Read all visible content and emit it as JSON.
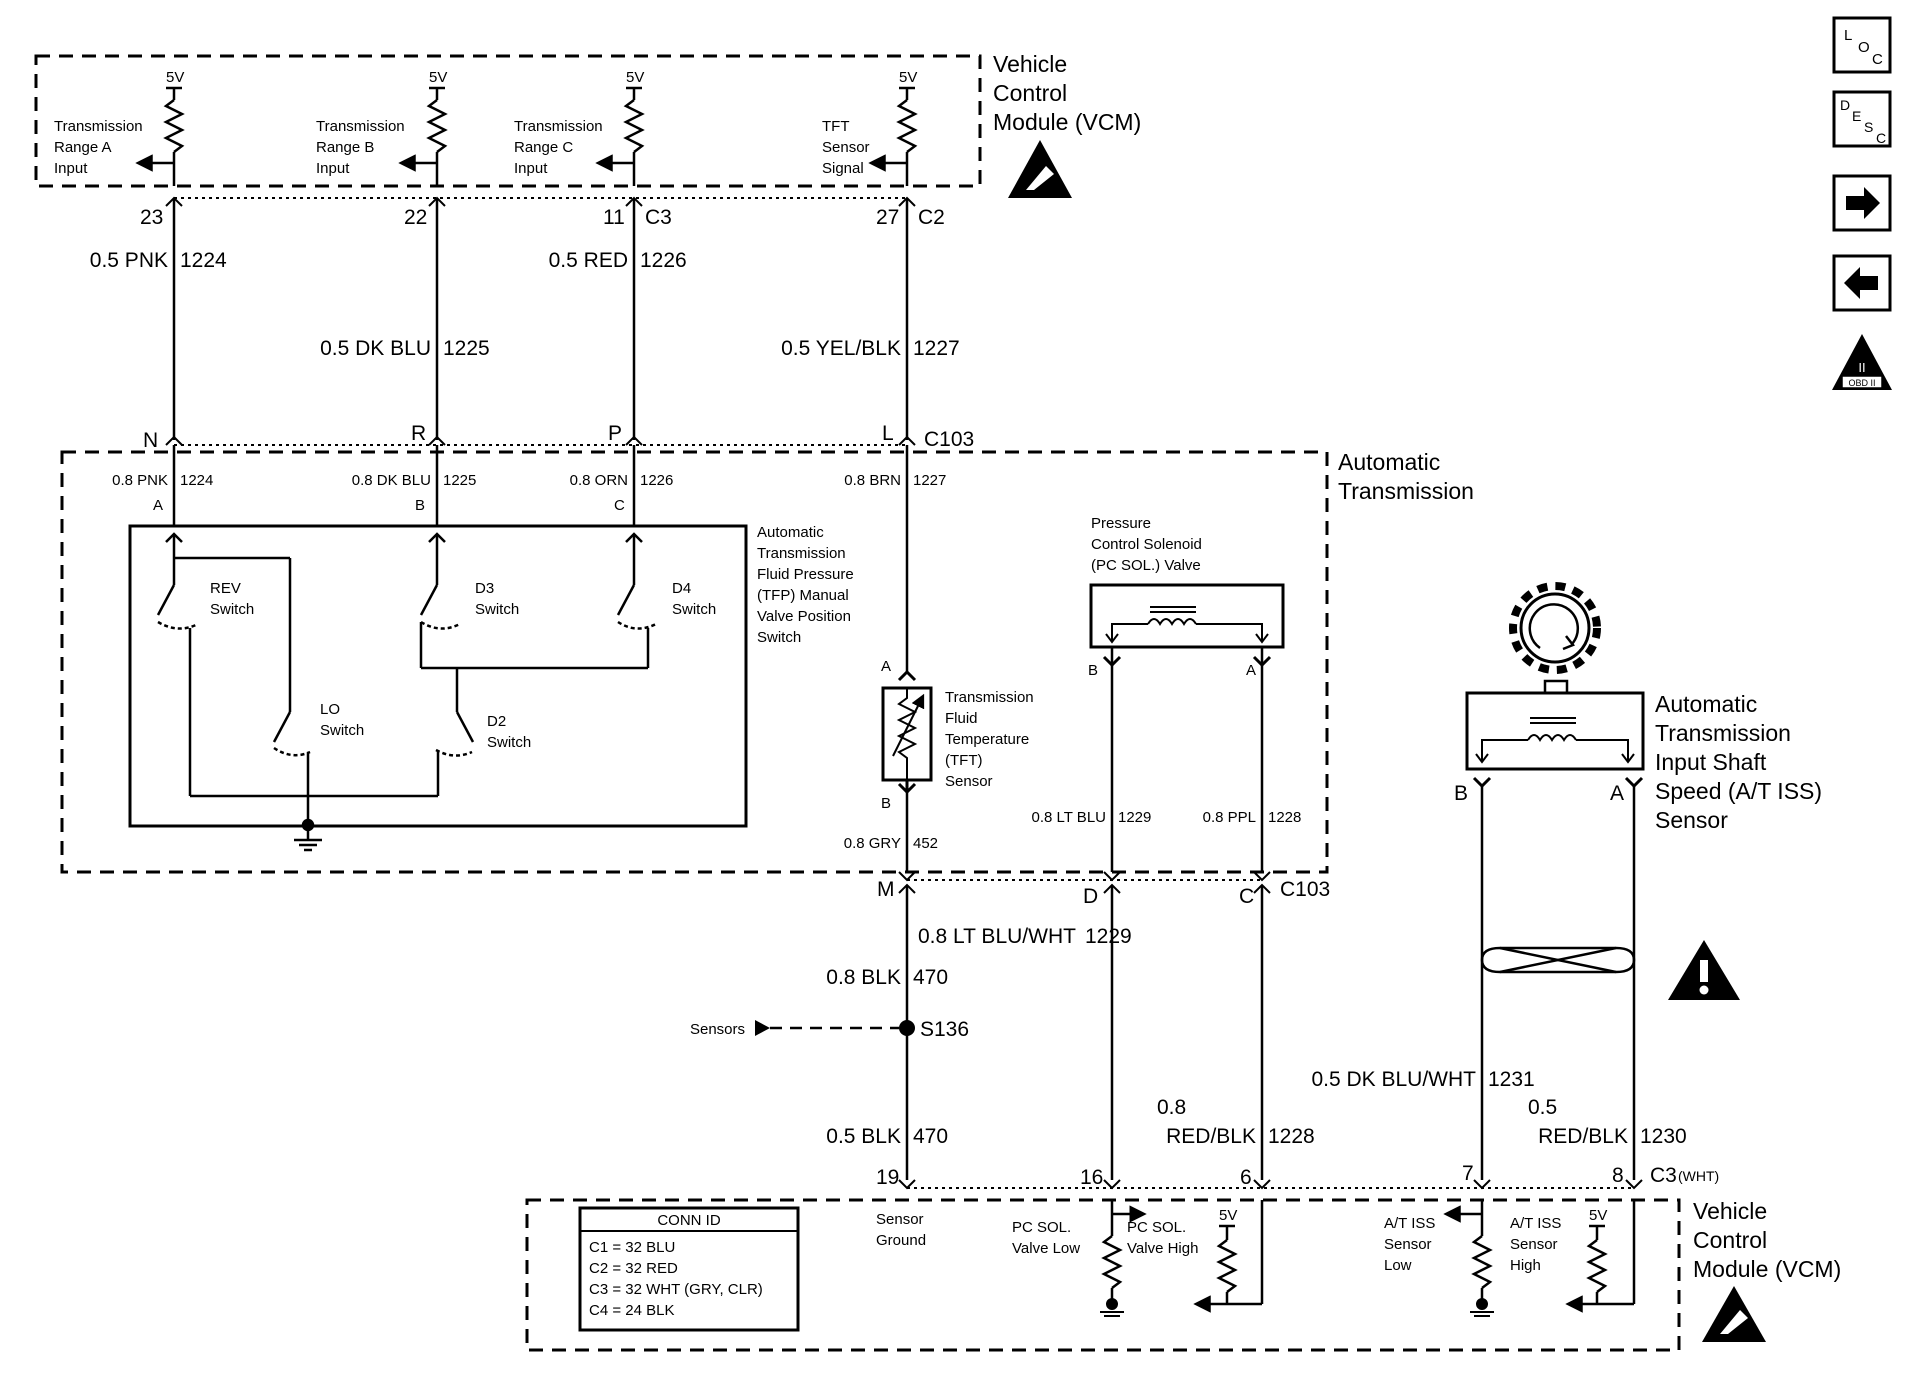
{
  "top_vcm": {
    "title": [
      "Vehicle",
      "Control",
      "Module (VCM)"
    ],
    "v5": "5V",
    "inputs": [
      [
        "Transmission",
        "Range A",
        "Input"
      ],
      [
        "Transmission",
        "Range B",
        "Input"
      ],
      [
        "Transmission",
        "Range C",
        "Input"
      ],
      [
        "TFT",
        "Sensor",
        "Signal"
      ]
    ],
    "pins": [
      "23",
      "22",
      "11",
      "27"
    ],
    "connectors": [
      "C3",
      "C2"
    ]
  },
  "upper_wires": [
    {
      "size": "0.5 PNK",
      "circuit": "1224"
    },
    {
      "size": "0.5 DK BLU",
      "circuit": "1225"
    },
    {
      "size": "0.5 RED",
      "circuit": "1226"
    },
    {
      "size": "0.5 YEL/BLK",
      "circuit": "1227"
    }
  ],
  "c103_upper": {
    "pins": [
      "N",
      "R",
      "P",
      "L"
    ],
    "id": "C103"
  },
  "auto_trans": {
    "title": [
      "Automatic",
      "Transmission"
    ],
    "inner_wires": [
      {
        "size": "0.8 PNK",
        "circuit": "1224"
      },
      {
        "size": "0.8 DK BLU",
        "circuit": "1225"
      },
      {
        "size": "0.8 ORN",
        "circuit": "1226"
      },
      {
        "size": "0.8 BRN",
        "circuit": "1227"
      }
    ],
    "switch_pins": [
      "A",
      "B",
      "C"
    ],
    "tfp_label": [
      "Automatic",
      "Transmission",
      "Fluid Pressure",
      "(TFP) Manual",
      "Valve Position",
      "Switch"
    ],
    "switches": {
      "rev": [
        "REV",
        "Switch"
      ],
      "d3": [
        "D3",
        "Switch"
      ],
      "d4": [
        "D4",
        "Switch"
      ],
      "lo": [
        "LO",
        "Switch"
      ],
      "d2": [
        "D2",
        "Switch"
      ]
    },
    "tft": {
      "pin_a": "A",
      "pin_b": "B",
      "label": [
        "Transmission",
        "Fluid",
        "Temperature",
        "(TFT)",
        "Sensor"
      ],
      "wire_size": "0.8 GRY",
      "wire_circuit": "452"
    },
    "pcs": {
      "label": [
        "Pressure",
        "Control Solenoid",
        "(PC SOL.) Valve"
      ],
      "pin_b": "B",
      "pin_a": "A",
      "wire_b_size": "0.8 LT BLU",
      "wire_b_circuit": "1229",
      "wire_a_size": "0.8 PPL",
      "wire_a_circuit": "1228"
    }
  },
  "c103_lower": {
    "pins": [
      "M",
      "D",
      "C"
    ],
    "id": "C103"
  },
  "iss": {
    "label": [
      "Automatic",
      "Transmission",
      "Input Shaft",
      "Speed (A/T ISS)",
      "Sensor"
    ],
    "pin_b": "B",
    "pin_a": "A"
  },
  "lower_wires": {
    "w1229": {
      "size": "0.8 LT BLU/WHT",
      "circuit": "1229"
    },
    "w470a": {
      "size": "0.8 BLK",
      "circuit": "470"
    },
    "splice": "S136",
    "sensors": "Sensors",
    "w470b": {
      "size": "0.5 BLK",
      "circuit": "470"
    },
    "w1228": {
      "size1": "0.8",
      "size2": "RED/BLK",
      "circuit": "1228"
    },
    "w1231": {
      "size": "0.5 DK BLU/WHT",
      "circuit": "1231"
    },
    "w1230": {
      "size1": "0.5",
      "size2": "RED/BLK",
      "circuit": "1230"
    }
  },
  "bottom_vcm": {
    "pins": [
      "19",
      "16",
      "6",
      "7",
      "8"
    ],
    "connector": "C3",
    "connector_color": "(WHT)",
    "title": [
      "Vehicle",
      "Control",
      "Module (VCM)"
    ],
    "v5": "5V",
    "labels": {
      "sensor_ground": [
        "Sensor",
        "Ground"
      ],
      "pc_low": [
        "PC SOL.",
        "Valve Low"
      ],
      "pc_high": [
        "PC SOL.",
        "Valve High"
      ],
      "iss_low": [
        "A/T ISS",
        "Sensor",
        "Low"
      ],
      "iss_high": [
        "A/T ISS",
        "Sensor",
        "High"
      ]
    },
    "conn_id": {
      "title": "CONN ID",
      "rows": [
        "C1 = 32 BLU",
        "C2 = 32 RED",
        "C3 = 32 WHT (GRY, CLR)",
        "C4 = 24 BLK"
      ]
    }
  },
  "side_icons": {
    "loc": [
      "L",
      "O",
      "C"
    ],
    "desc": [
      "D",
      "E",
      "S",
      "C"
    ],
    "obd": "OBD II",
    "obd_roman": "II"
  }
}
